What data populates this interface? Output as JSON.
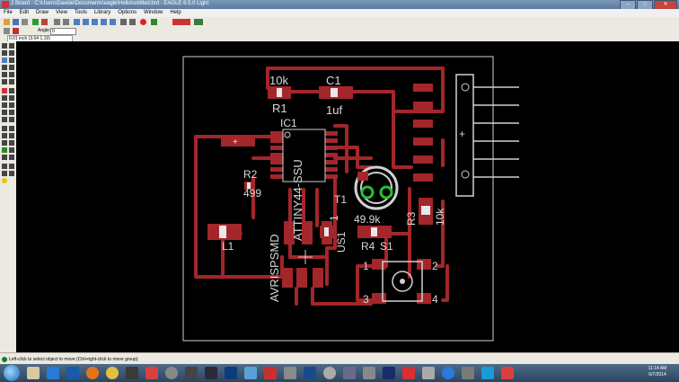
{
  "window": {
    "title": "2 Board - C:\\Users\\Davide\\Documents\\eagle\\Hello\\untitled.brd - EAGLE 6.5.0 Light"
  },
  "menu": [
    "File",
    "Edit",
    "Draw",
    "View",
    "Tools",
    "Library",
    "Options",
    "Window",
    "Help"
  ],
  "toolbar2": {
    "angle_label": "Angle:",
    "angle_value": "0"
  },
  "coordinates": "0.01 inch (3.64 1.19)",
  "board": {
    "labels": {
      "r1_value": "10k",
      "r1_name": "R1",
      "c1_name": "C1",
      "c1_value": "1uf",
      "ic1_name": "IC1",
      "ic1_value": "ATTINY44-SSU",
      "r2_name": "R2",
      "r2_value": "499",
      "t1_name": "T1",
      "t1_value": "49.9k",
      "r3_name": "R3",
      "r3_value": "10k",
      "l1_name": "L1",
      "avr_name": "AVRISPSMD",
      "us1_name": "US1",
      "us1_value": "1",
      "r4_name": "R4",
      "s1_name": "S1",
      "s1_pin1": "1",
      "s1_pin2": "2",
      "s1_pin3": "3",
      "s1_pin4": "4"
    }
  },
  "status": {
    "message": "Left-click to select object to move (Ctrl+right-click to move group)"
  },
  "taskbar": {
    "time": "11:14 AM",
    "date": "6/7/2014"
  }
}
